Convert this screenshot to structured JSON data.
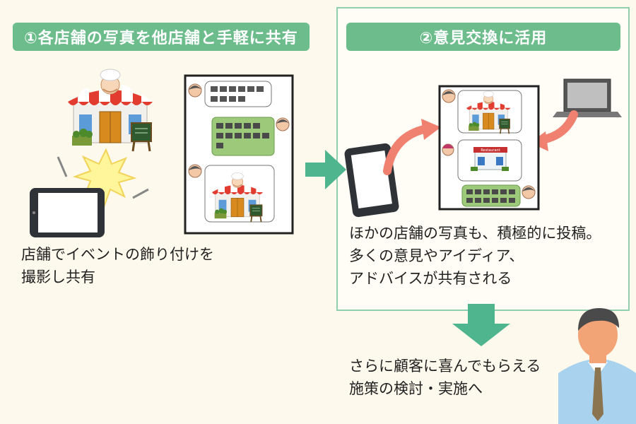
{
  "step1": {
    "title": "①各店舗の写真を他店舗と手軽に共有",
    "caption_lines": [
      "店舗でイベントの飾り付けを",
      "撮影し共有"
    ]
  },
  "step2": {
    "title": "②意見交換に活用",
    "caption_lines": [
      "ほかの店舗の写真も、積極的に投稿。",
      "多くの意見やアイディア、",
      "アドバイスが共有される"
    ]
  },
  "result": {
    "caption_lines": [
      "さらに顧客に喜んでもらえる",
      "施策の検討・実施へ"
    ]
  },
  "store_sign": "Restaurant",
  "colors": {
    "accent_green": "#6cbc8c",
    "box_border": "#8fcfae",
    "arrow_teal": "#4fb58f",
    "arrow_salmon": "#f08070",
    "bubble_green": "#9cc97a",
    "background": "#fdf9ec"
  }
}
